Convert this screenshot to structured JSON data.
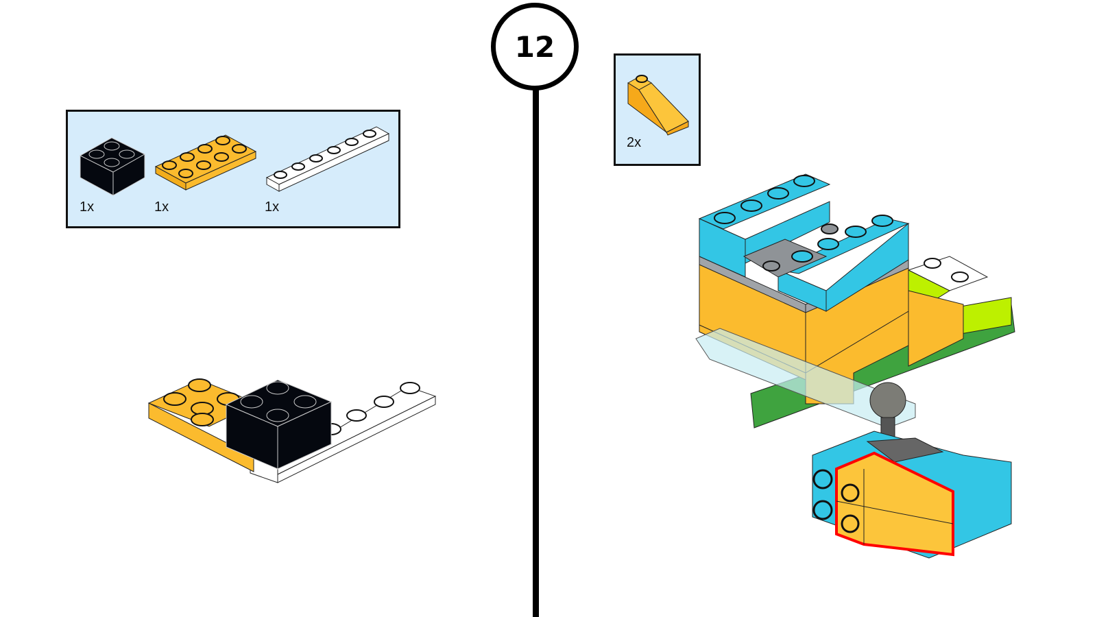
{
  "step": {
    "number": "12"
  },
  "subassembly_parts": {
    "items": [
      {
        "name": "black 2x2 brick",
        "quantity": "1x",
        "color": "#05080f"
      },
      {
        "name": "yellow 2x4 plate",
        "quantity": "1x",
        "color": "#fbbb2e"
      },
      {
        "name": "white 1x6 plate",
        "quantity": "1x",
        "color": "#ffffff"
      }
    ]
  },
  "main_parts": {
    "items": [
      {
        "name": "yellow 1x3 slope",
        "quantity": "2x",
        "color": "#fbbb2e"
      }
    ]
  },
  "colors": {
    "parts_box_bg": "#d6ecfb",
    "highlight": "#ff0000",
    "azure": "#33c6e5",
    "yellow": "#fbbb2e",
    "lime": "#bdf000",
    "green": "#3fa33f",
    "grey": "#a0a4a8"
  }
}
